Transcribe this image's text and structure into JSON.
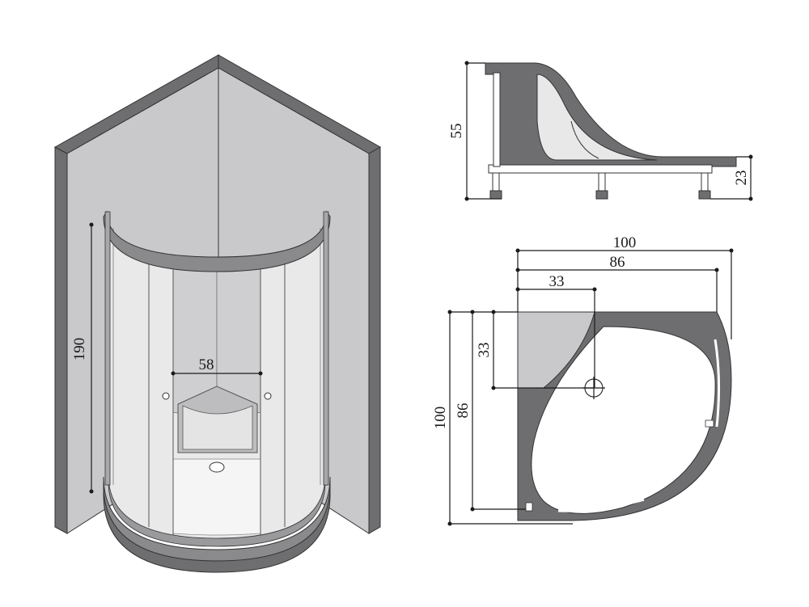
{
  "iso_view": {
    "height_label": "190",
    "width_label": "58"
  },
  "side_view": {
    "height_total_label": "55",
    "height_base_label": "23"
  },
  "top_view": {
    "outer_width_label": "100",
    "inner_width_label": "86",
    "corner_width_label": "33",
    "outer_depth_label": "100",
    "inner_depth_label": "86",
    "corner_depth_label": "33"
  },
  "colors": {
    "wall_dark": "#6e6e70",
    "wall_light": "#c9c9cb",
    "tray": "#6e6e70",
    "glass": "#e4e4e4",
    "line": "#1a1a1a"
  }
}
